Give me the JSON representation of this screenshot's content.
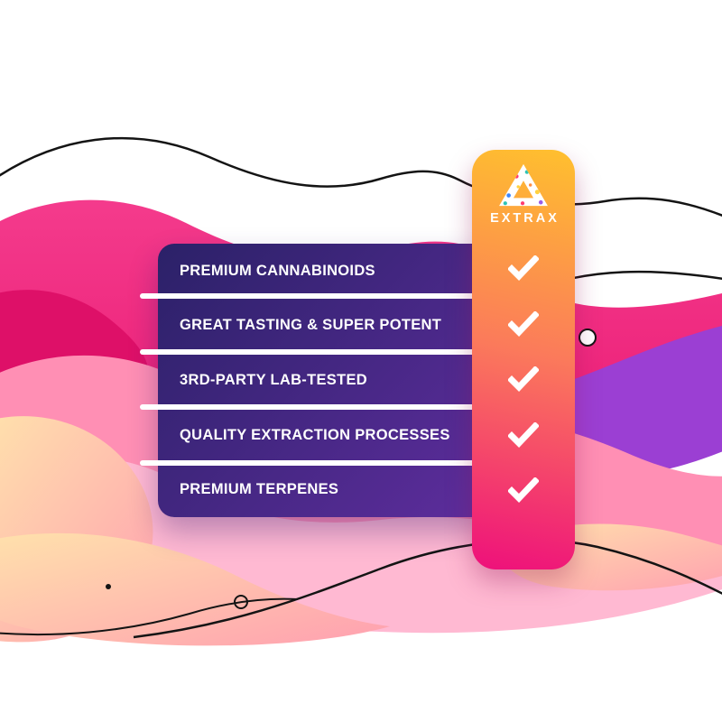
{
  "brand": {
    "logo_text": "EXTRAX",
    "logo_icon": "extrax-triangle-logo"
  },
  "features": [
    {
      "label": "PREMIUM CANNABINOIDS",
      "checked": true
    },
    {
      "label": "GREAT TASTING & SUPER POTENT",
      "checked": true
    },
    {
      "label": "3RD-PARTY LAB-TESTED",
      "checked": true
    },
    {
      "label": "QUALITY EXTRACTION PROCESSES",
      "checked": true
    },
    {
      "label": "PREMIUM TERPENES",
      "checked": true
    }
  ],
  "colors": {
    "panel_gradient_start": "#2b2168",
    "panel_gradient_end": "#5e2d9d",
    "bar_gradient_top": "#ffc02e",
    "bar_gradient_mid": "#fb7a5b",
    "bar_gradient_bottom": "#ee107b",
    "divider": "#ffffff",
    "check": "#ffffff",
    "text": "#ffffff",
    "background_pink": "#f23483",
    "background_magenta": "#e8116d",
    "background_light_pink": "#ff8fb4",
    "background_pale_pink": "#ffb9d2",
    "background_purple": "#9b3fd3",
    "background_peach": "#ffe2ac",
    "outline": "#141414"
  }
}
